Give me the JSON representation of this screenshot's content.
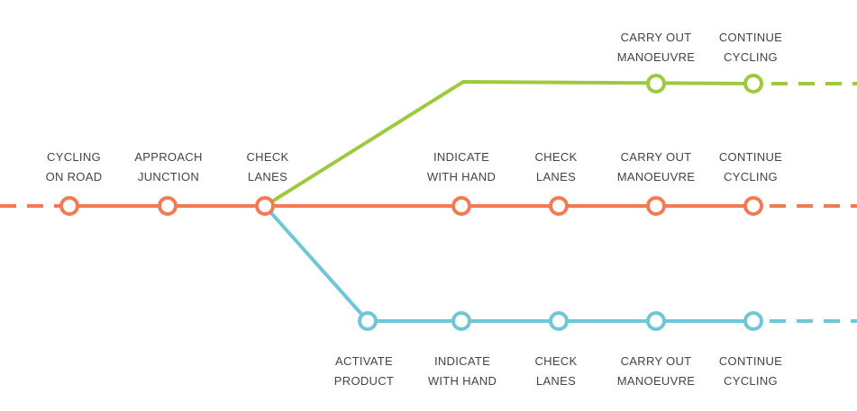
{
  "colors": {
    "main": "#f37b54",
    "upper": "#9dc93d",
    "lower": "#70c6d7",
    "text": "#444444"
  },
  "routes": {
    "main": {
      "stops": [
        {
          "line1": "CYCLING",
          "line2": "ON ROAD"
        },
        {
          "line1": "APPROACH",
          "line2": "JUNCTION"
        },
        {
          "line1": "CHECK",
          "line2": "LANES"
        },
        {
          "line1": "INDICATE",
          "line2": "WITH HAND"
        },
        {
          "line1": "CHECK",
          "line2": "LANES"
        },
        {
          "line1": "CARRY OUT",
          "line2": "MANOEUVRE"
        },
        {
          "line1": "CONTINUE",
          "line2": "CYCLING"
        }
      ]
    },
    "upper": {
      "stops": [
        {
          "line1": "CARRY OUT",
          "line2": "MANOEUVRE"
        },
        {
          "line1": "CONTINUE",
          "line2": "CYCLING"
        }
      ]
    },
    "lower": {
      "stops": [
        {
          "line1": "ACTIVATE",
          "line2": "PRODUCT"
        },
        {
          "line1": "INDICATE",
          "line2": "WITH HAND"
        },
        {
          "line1": "CHECK",
          "line2": "LANES"
        },
        {
          "line1": "CARRY OUT",
          "line2": "MANOEUVRE"
        },
        {
          "line1": "CONTINUE",
          "line2": "CYCLING"
        }
      ]
    }
  }
}
